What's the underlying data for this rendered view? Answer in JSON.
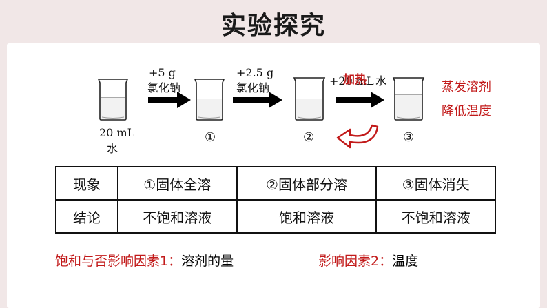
{
  "title": "实验探究",
  "steps": {
    "start_amount": "20 mL",
    "start_water": "水",
    "add1_amount": "+5 g",
    "add1_substance": "氯化钠",
    "add2_amount": "+2.5 g",
    "add2_substance": "氯化钠",
    "add3_amount": "+20 mL",
    "add3_water": "水",
    "heat_label": "加热",
    "num1": "①",
    "num2": "②",
    "num3": "③"
  },
  "side_notes": [
    "蒸发溶剂",
    "降低温度"
  ],
  "table": {
    "rows": [
      {
        "head": "现象",
        "cells": [
          "①固体全溶",
          "②固体部分溶",
          "③固体消失"
        ]
      },
      {
        "head": "结论",
        "cells": [
          "不饱和溶液",
          "饱和溶液",
          "不饱和溶液"
        ]
      }
    ]
  },
  "factors": {
    "factor1_label": "饱和与否影响因素1：",
    "factor1_value": "溶剂的量",
    "factor2_label": "影响因素2：",
    "factor2_value": "温度"
  },
  "colors": {
    "accent": "#c21a1a",
    "background": "#f1e7e7"
  }
}
